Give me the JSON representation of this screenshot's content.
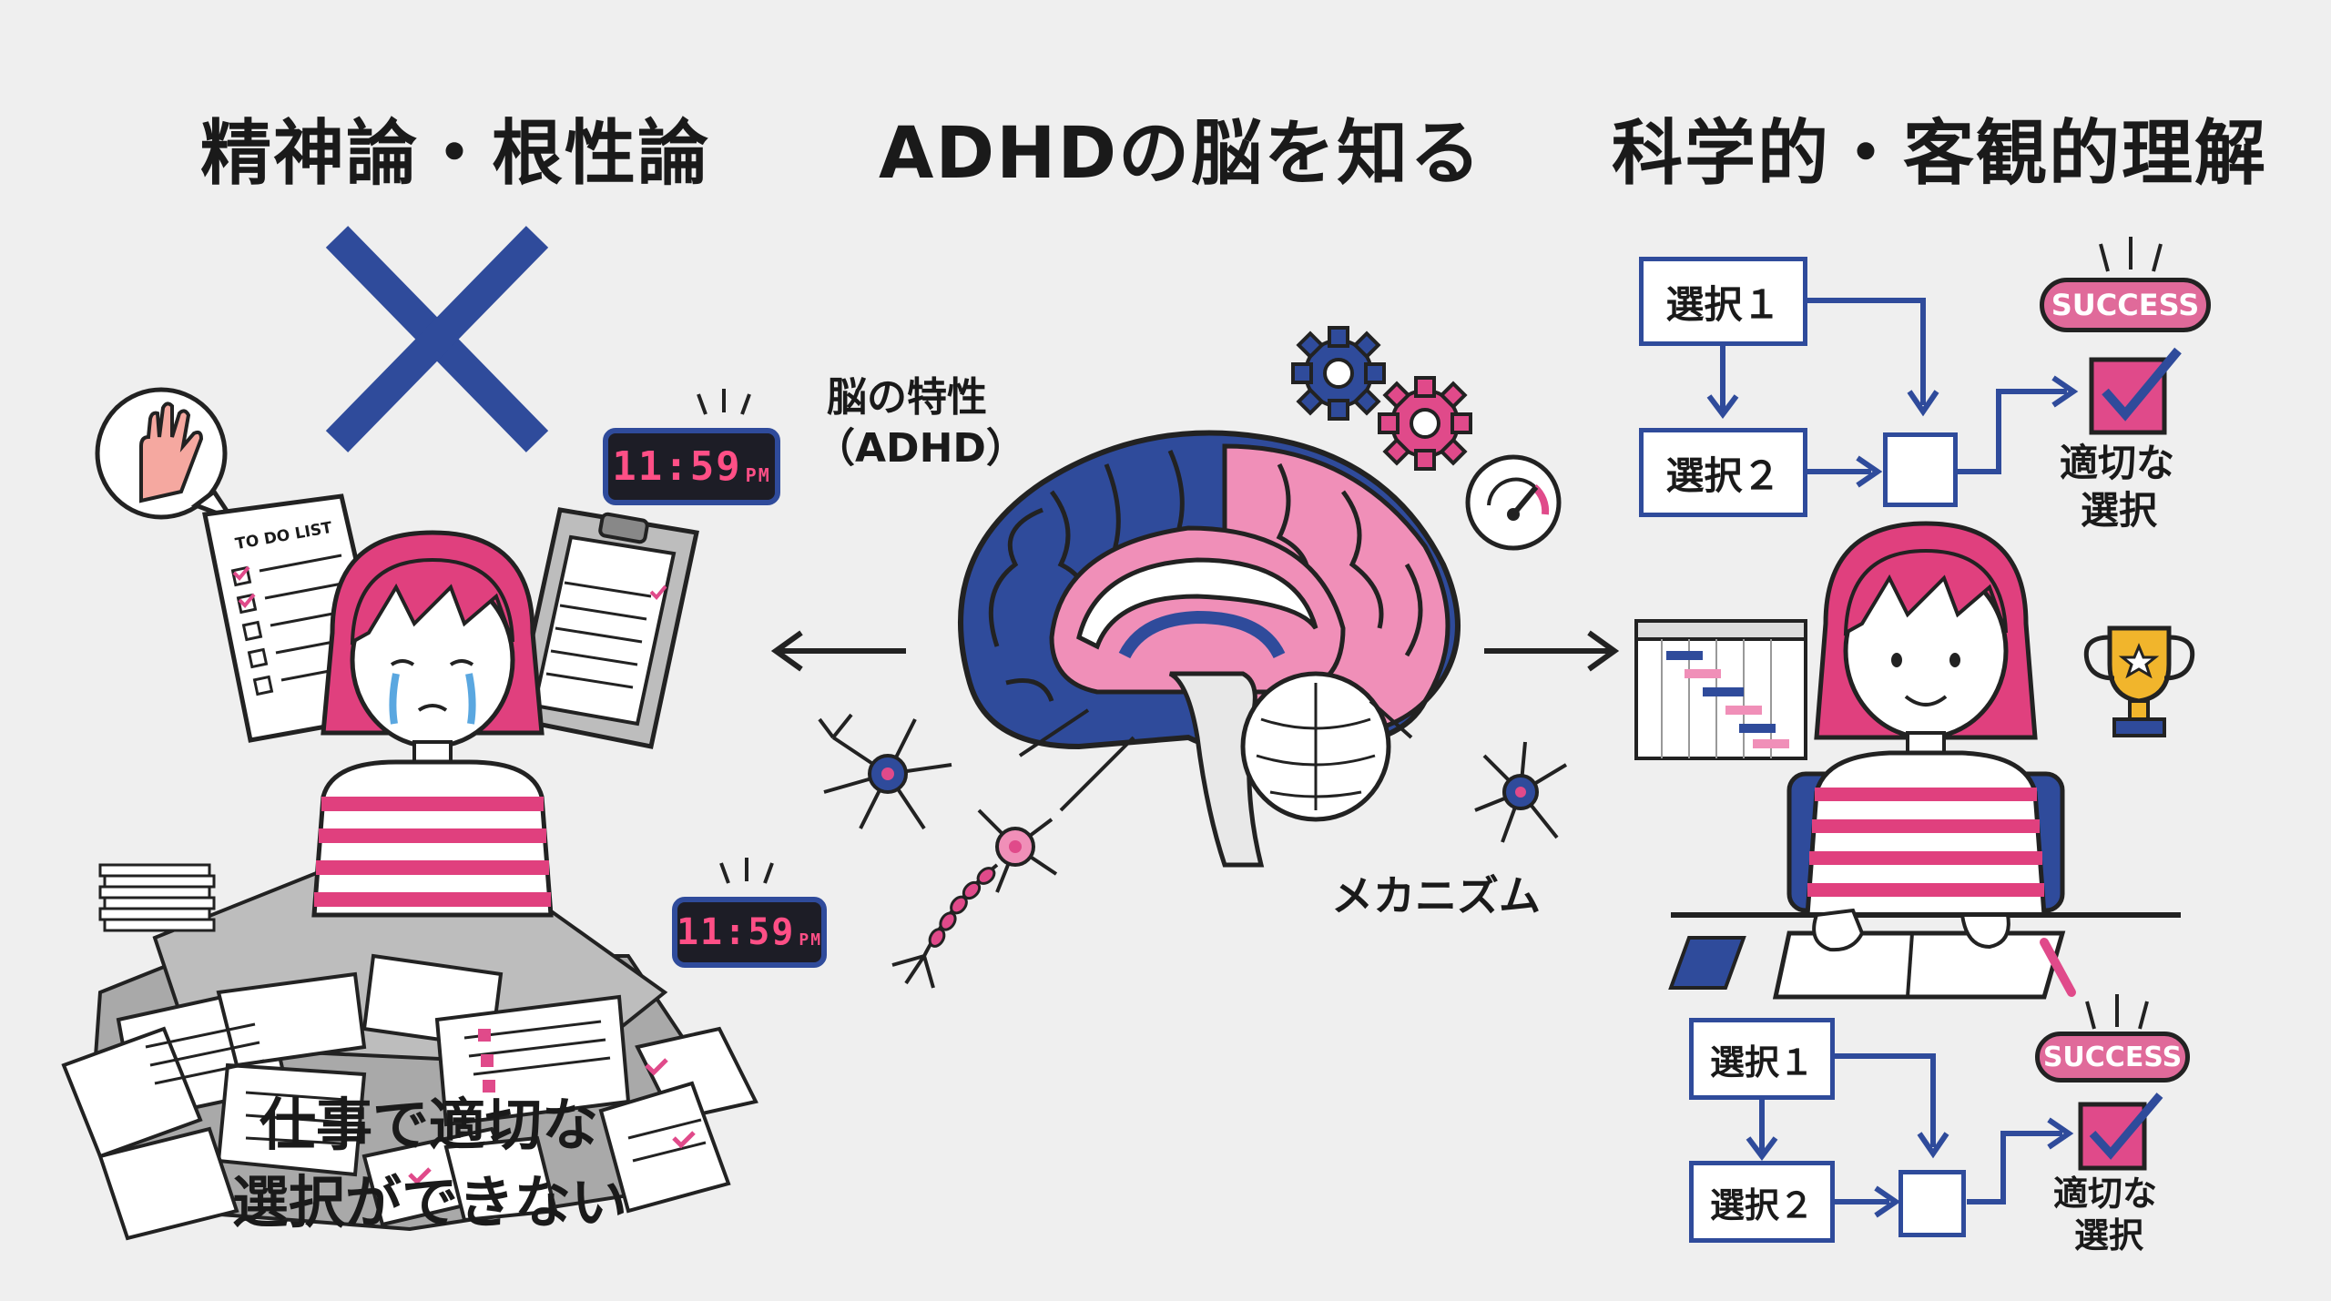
{
  "headings": {
    "left": "精神論・根性論",
    "center": "ADHDの脳を知る",
    "right": "科学的・客観的理解"
  },
  "left_panel": {
    "caption_line1": "仕事で適切な",
    "caption_line2": "選択ができない",
    "todo_title": "TO DO LIST",
    "clock1": "11:59",
    "clock1_suffix": "PM",
    "clock2": "11:59",
    "clock2_suffix": "PM"
  },
  "center_panel": {
    "trait_line1": "脳の特性",
    "trait_line2": "（ADHD）",
    "mechanism": "メカニズム"
  },
  "right_panel": {
    "top_flow": {
      "choice1": "選択１",
      "choice2": "選択２",
      "badge": "SUCCESS",
      "result_line1": "適切な",
      "result_line2": "選択"
    },
    "bottom_flow": {
      "choice1": "選択１",
      "choice2": "選択２",
      "badge": "SUCCESS",
      "result_line1": "適切な",
      "result_line2": "選択"
    }
  },
  "colors": {
    "navy": "#2f4b9b",
    "pink": "#e04a8a",
    "light_pink": "#f08fb8",
    "background": "#efefef"
  },
  "icons": [
    "x-mark-icon",
    "hand-icon",
    "brain-icon",
    "gear-icon",
    "gauge-icon",
    "neuron-icon",
    "trophy-icon",
    "gantt-chart-icon",
    "checkbox-icon"
  ]
}
